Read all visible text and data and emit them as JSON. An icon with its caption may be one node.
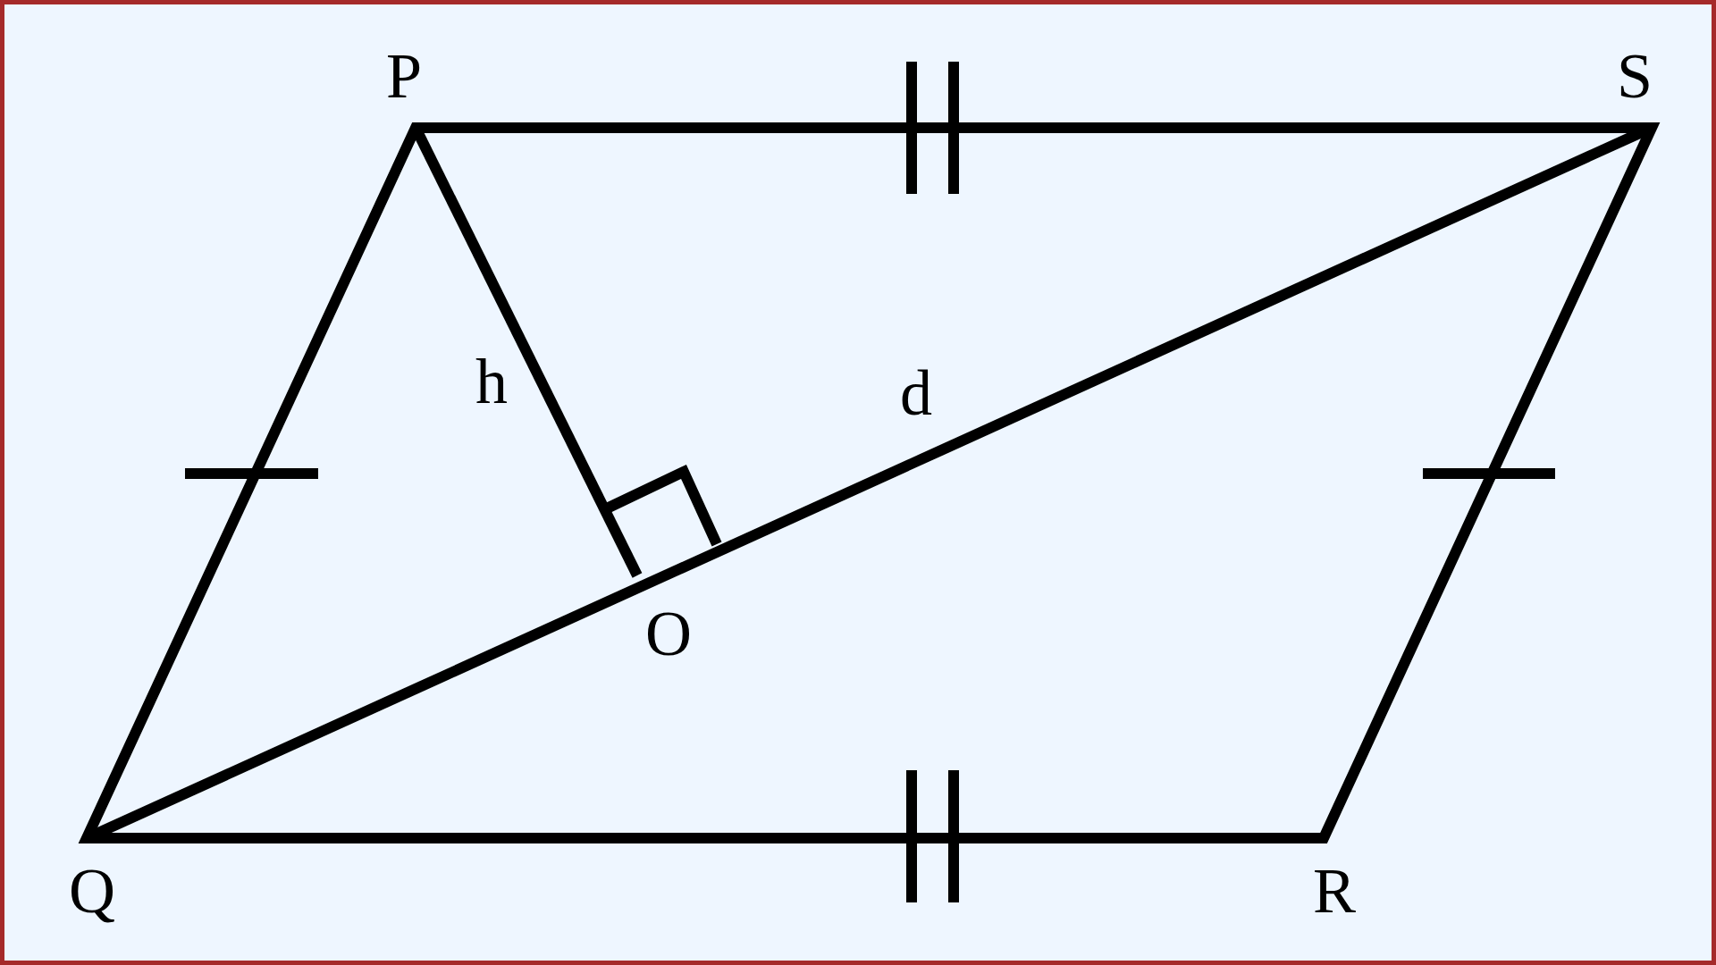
{
  "diagram": {
    "labels": [
      "P",
      "S",
      "h",
      "d",
      "O",
      "Q",
      "R"
    ]
  }
}
